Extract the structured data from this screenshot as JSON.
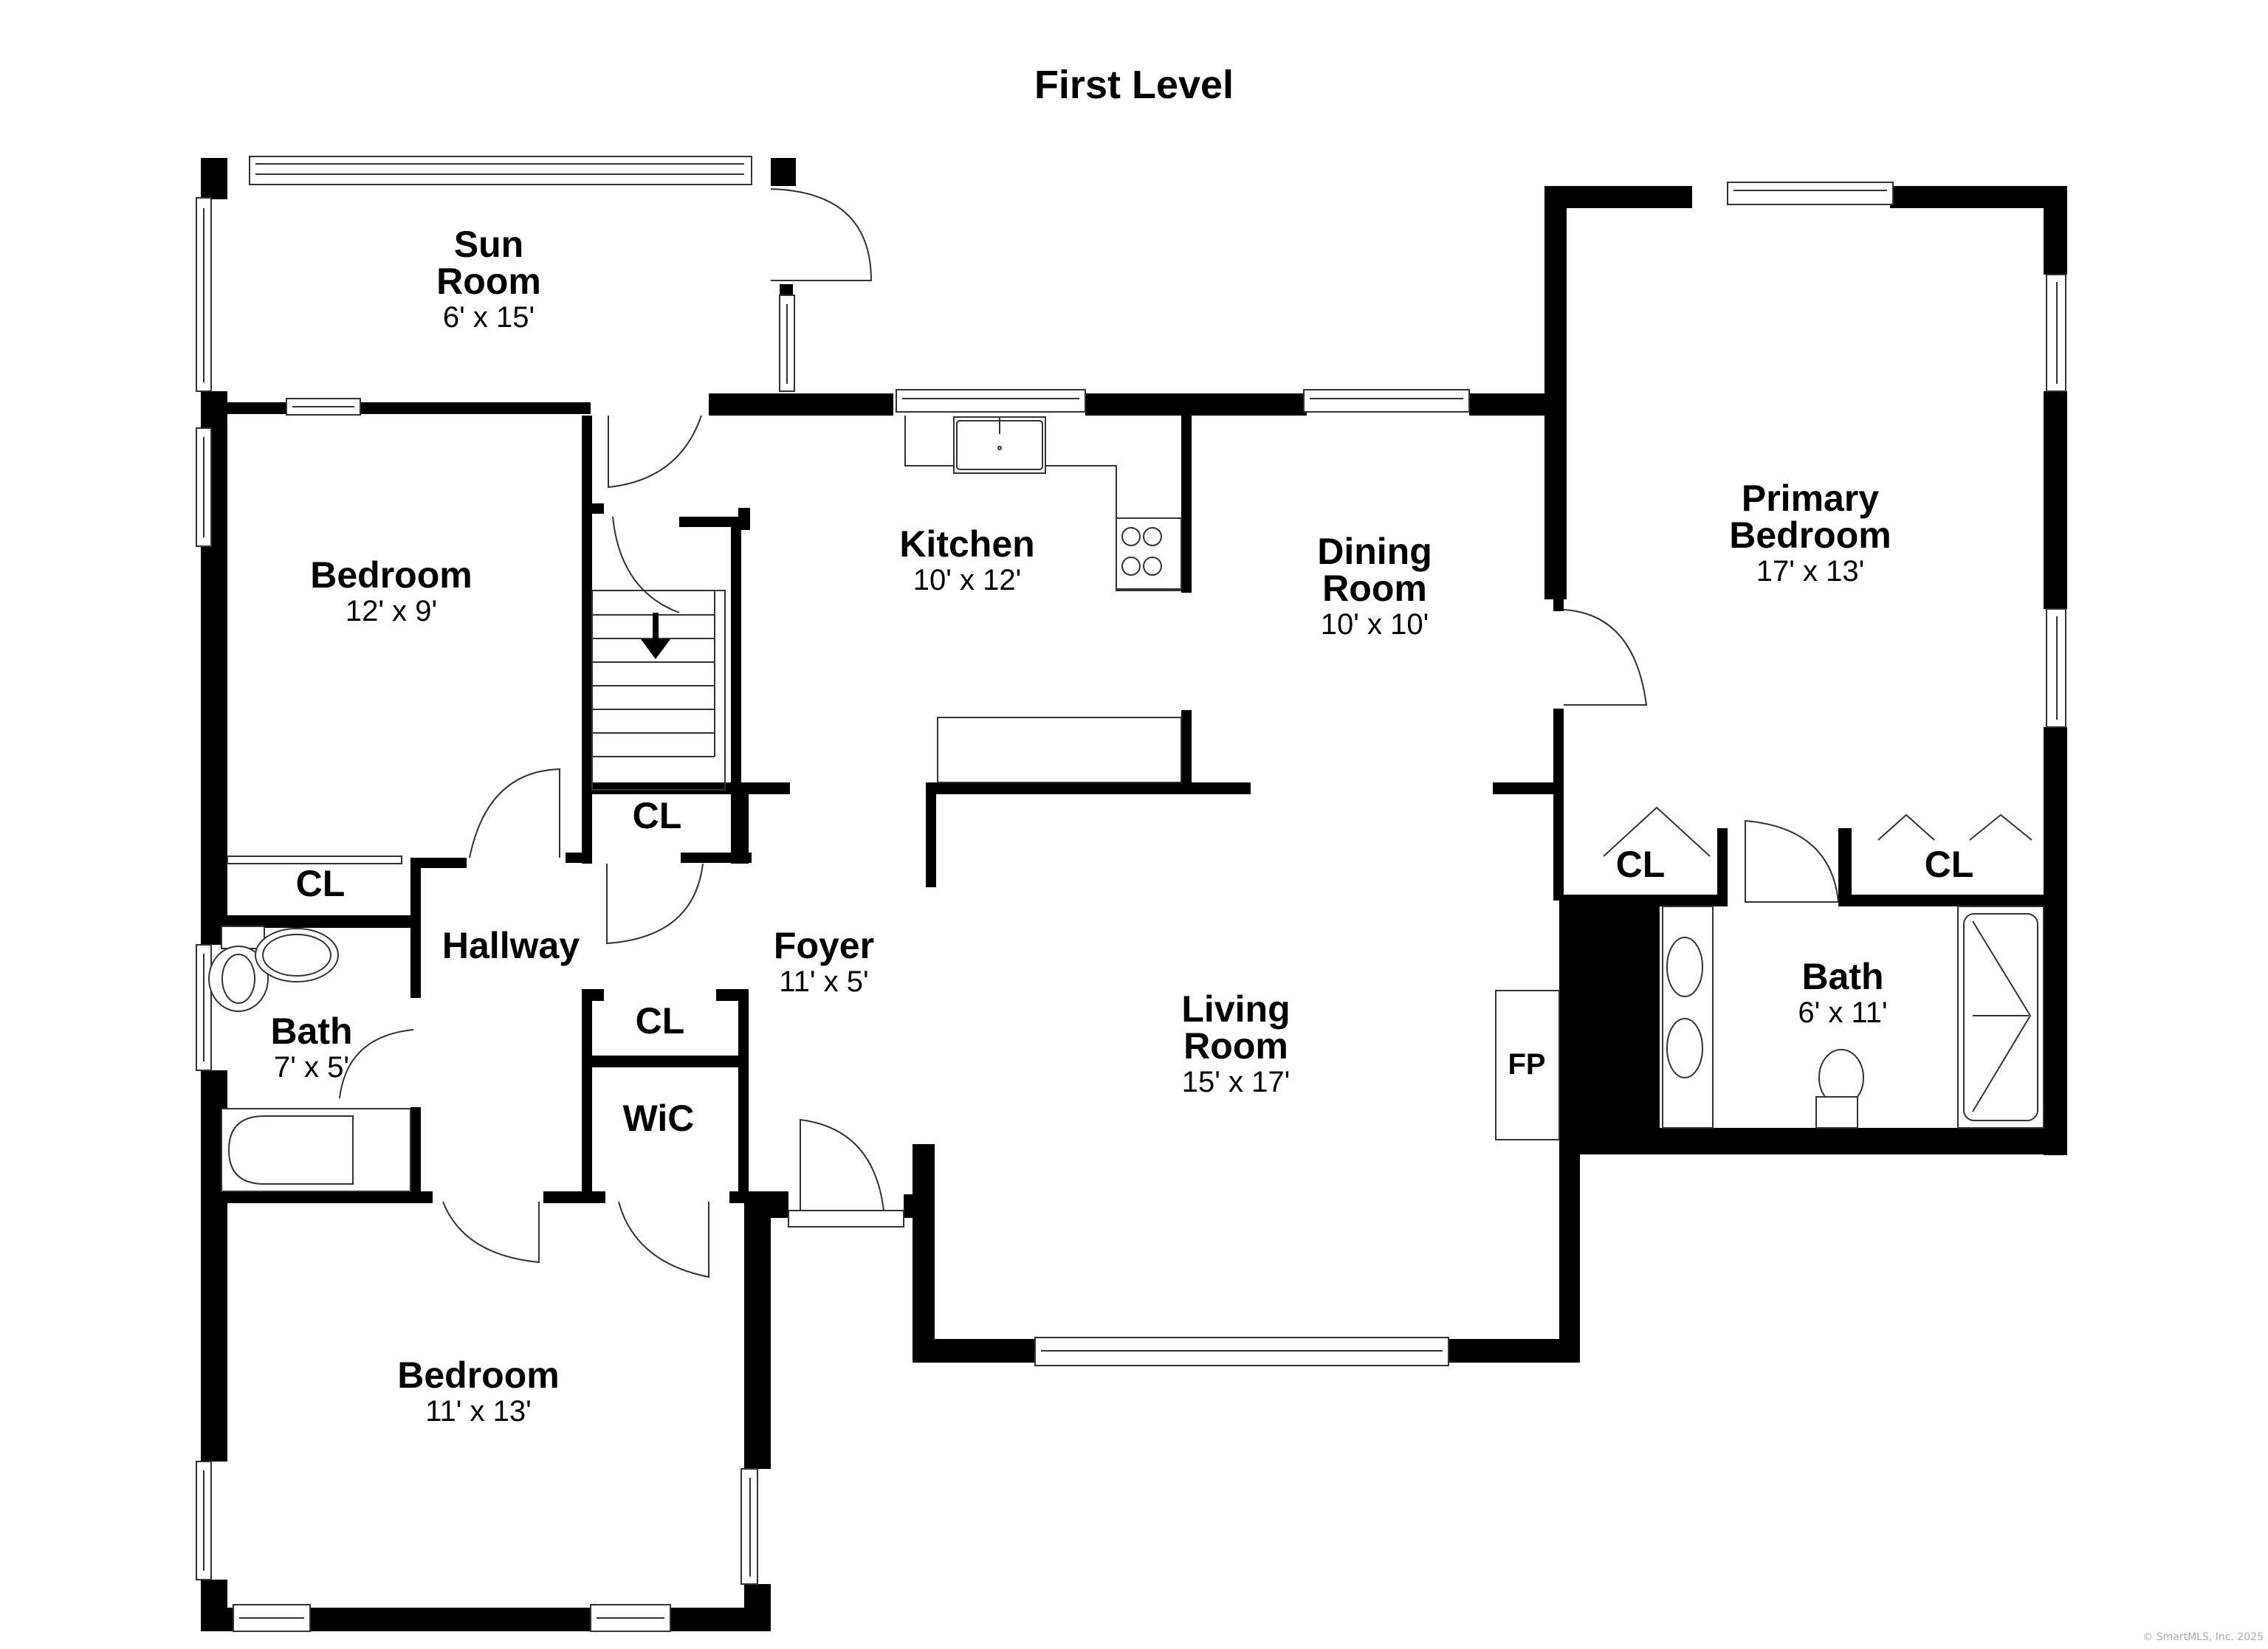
{
  "title": "First Level",
  "copyright": "© SmartMLS, Inc.  2025",
  "rooms": {
    "sun_room": {
      "name_line1": "Sun",
      "name_line2": "Room",
      "dims": "6' x 15'"
    },
    "bedroom_1": {
      "name": "Bedroom",
      "dims": "12' x 9'"
    },
    "kitchen": {
      "name": "Kitchen",
      "dims": "10' x 12'"
    },
    "dining_room": {
      "name_line1": "Dining",
      "name_line2": "Room",
      "dims": "10' x 10'"
    },
    "primary_bedroom": {
      "name_line1": "Primary",
      "name_line2": "Bedroom",
      "dims": "17' x 13'"
    },
    "hallway": {
      "name": "Hallway"
    },
    "foyer": {
      "name": "Foyer",
      "dims": "11' x 5'"
    },
    "bath_1": {
      "name": "Bath",
      "dims": "7' x 5'"
    },
    "living_room": {
      "name_line1": "Living",
      "name_line2": "Room",
      "dims": "15' x 17'"
    },
    "primary_bath": {
      "name": "Bath",
      "dims": "6' x 11'"
    },
    "bedroom_2": {
      "name": "Bedroom",
      "dims": "11' x 13'"
    },
    "closet_stair": {
      "name": "CL"
    },
    "closet_bedroom1": {
      "name": "CL"
    },
    "closet_foyer": {
      "name": "CL"
    },
    "walk_in_closet": {
      "name": "WiC"
    },
    "closet_primary_left": {
      "name": "CL"
    },
    "closet_primary_right": {
      "name": "CL"
    },
    "fireplace": {
      "name": "FP"
    }
  },
  "icons": {
    "stair_arrow": "arrow-down"
  },
  "colors": {
    "wall": "#000000",
    "background": "#ffffff",
    "line": "#333333",
    "copyright": "#aaaaaa"
  }
}
